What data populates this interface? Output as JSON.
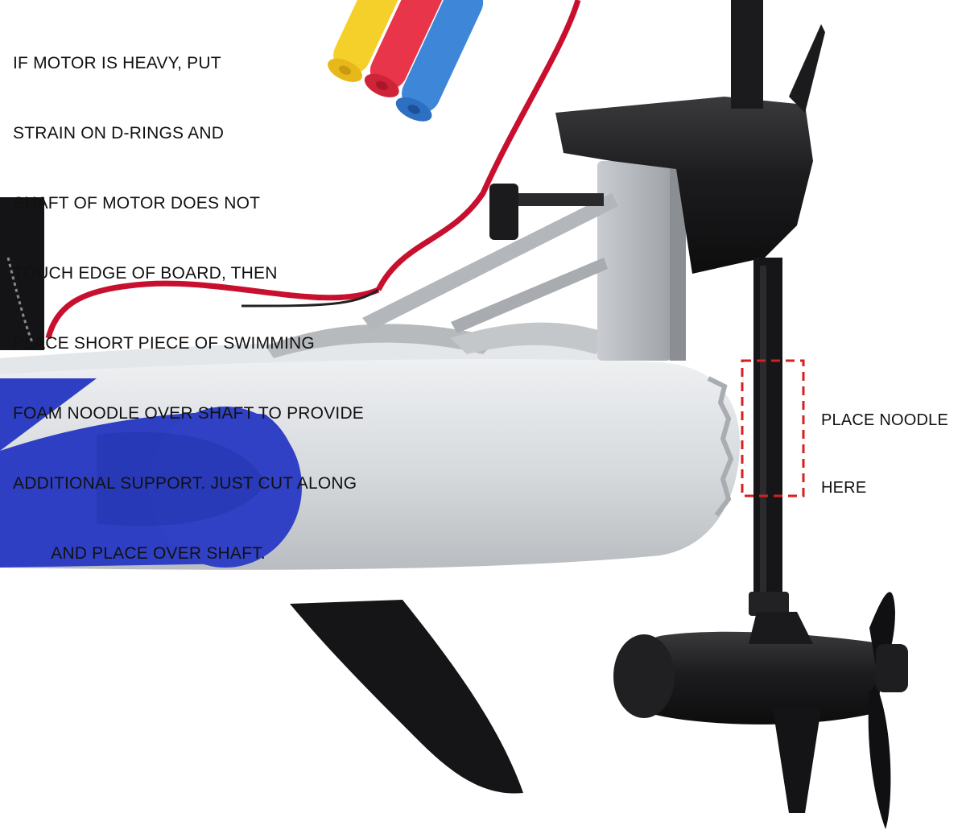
{
  "instructions": {
    "lines": [
      "IF MOTOR IS HEAVY, PUT",
      "STRAIN ON D-RINGS AND",
      "SHAFT OF MOTOR DOES NOT",
      "TOUCH EDGE OF BOARD, THEN",
      "PLACE SHORT PIECE OF SWIMMING",
      "FOAM NOODLE OVER SHAFT TO PROVIDE",
      "ADDITIONAL SUPPORT. JUST CUT ALONG",
      "        AND PLACE OVER SHAFT."
    ]
  },
  "noodle_label": {
    "lines": [
      "PLACE NOODLE",
      "HERE"
    ]
  },
  "colors": {
    "board_grey": "#d9dcdf",
    "board_blue": "#2f3fc4",
    "motor_black": "#1b1b1d",
    "noodle_yellow": "#f5d02a",
    "noodle_red": "#e8354a",
    "noodle_blue": "#3d86d8",
    "marker_red": "#d62020",
    "cable_red": "#c8102e"
  },
  "icons": {
    "noodles": "foam-noodles-icon",
    "motor": "trolling-motor-icon",
    "fin": "fin-icon",
    "bracket": "mount-bracket-icon"
  }
}
